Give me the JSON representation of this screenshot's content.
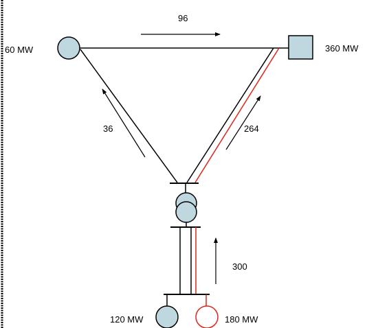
{
  "nodes": {
    "left_gen": {
      "label": "60 MW"
    },
    "right_load": {
      "label": "360 MW"
    },
    "bottom_left_gen": {
      "label": "120 MW"
    },
    "bottom_right_gen": {
      "label": "180 MW"
    }
  },
  "flows": {
    "top": "96",
    "left": "36",
    "right": "264",
    "transformer": "300"
  },
  "colors": {
    "node_fill": "#bfd7df",
    "line": "#000000",
    "highlight_line": "#e0231b"
  }
}
